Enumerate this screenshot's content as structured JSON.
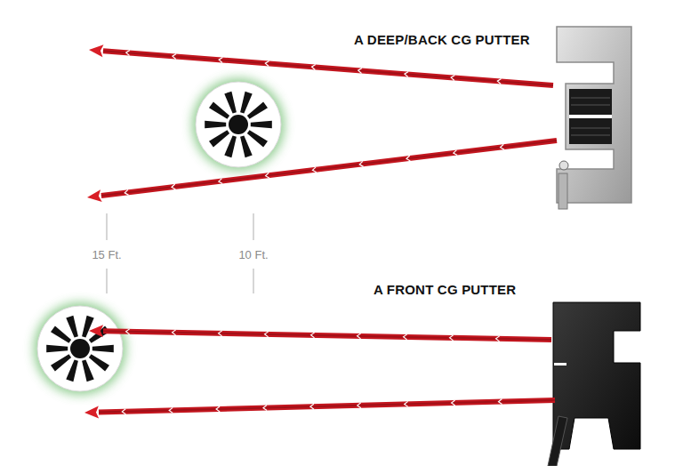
{
  "diagram": {
    "labels": [
      "A DEEP/BACK CG PUTTER",
      "A FRONT CG PUTTER",
      "15 Ft.",
      "10 Ft."
    ]
  }
}
